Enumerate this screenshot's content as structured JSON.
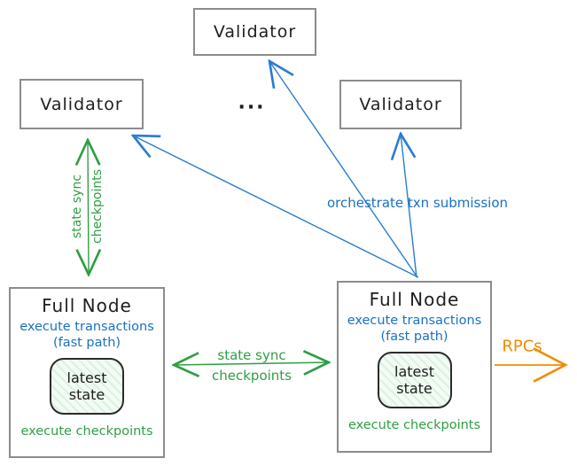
{
  "diagram": {
    "title_hint": "validator / full node state sync architecture",
    "validator_top": "Validator",
    "validator_left": "Validator",
    "validator_right": "Validator",
    "ellipsis": "...",
    "fullnode_left": {
      "title": "Full Node",
      "exec_txn": "execute transactions",
      "fast_path": "(fast path)",
      "state_l1": "latest",
      "state_l2": "state",
      "exec_ckpt": "execute checkpoints"
    },
    "fullnode_right": {
      "title": "Full Node",
      "exec_txn": "execute transactions",
      "fast_path": "(fast path)",
      "state_l1": "latest",
      "state_l2": "state",
      "exec_ckpt": "execute checkpoints"
    },
    "labels": {
      "vertical_sync_l1": "state sync",
      "vertical_sync_l2": "checkpoints",
      "horizontal_sync_l1": "state sync",
      "horizontal_sync_l2": "checkpoints",
      "orchestrate": "orchestrate txn submission",
      "rpcs": "RPCs"
    },
    "colors": {
      "blue": "#1971c2",
      "green": "#2f9e44",
      "orange": "#f08c00",
      "box_border": "#8c8c8c",
      "text_black": "#1e1e1e",
      "state_fill": "#f4fbf5",
      "state_hatch": "#d9f2df",
      "state_border": "#2b2b2b"
    }
  }
}
